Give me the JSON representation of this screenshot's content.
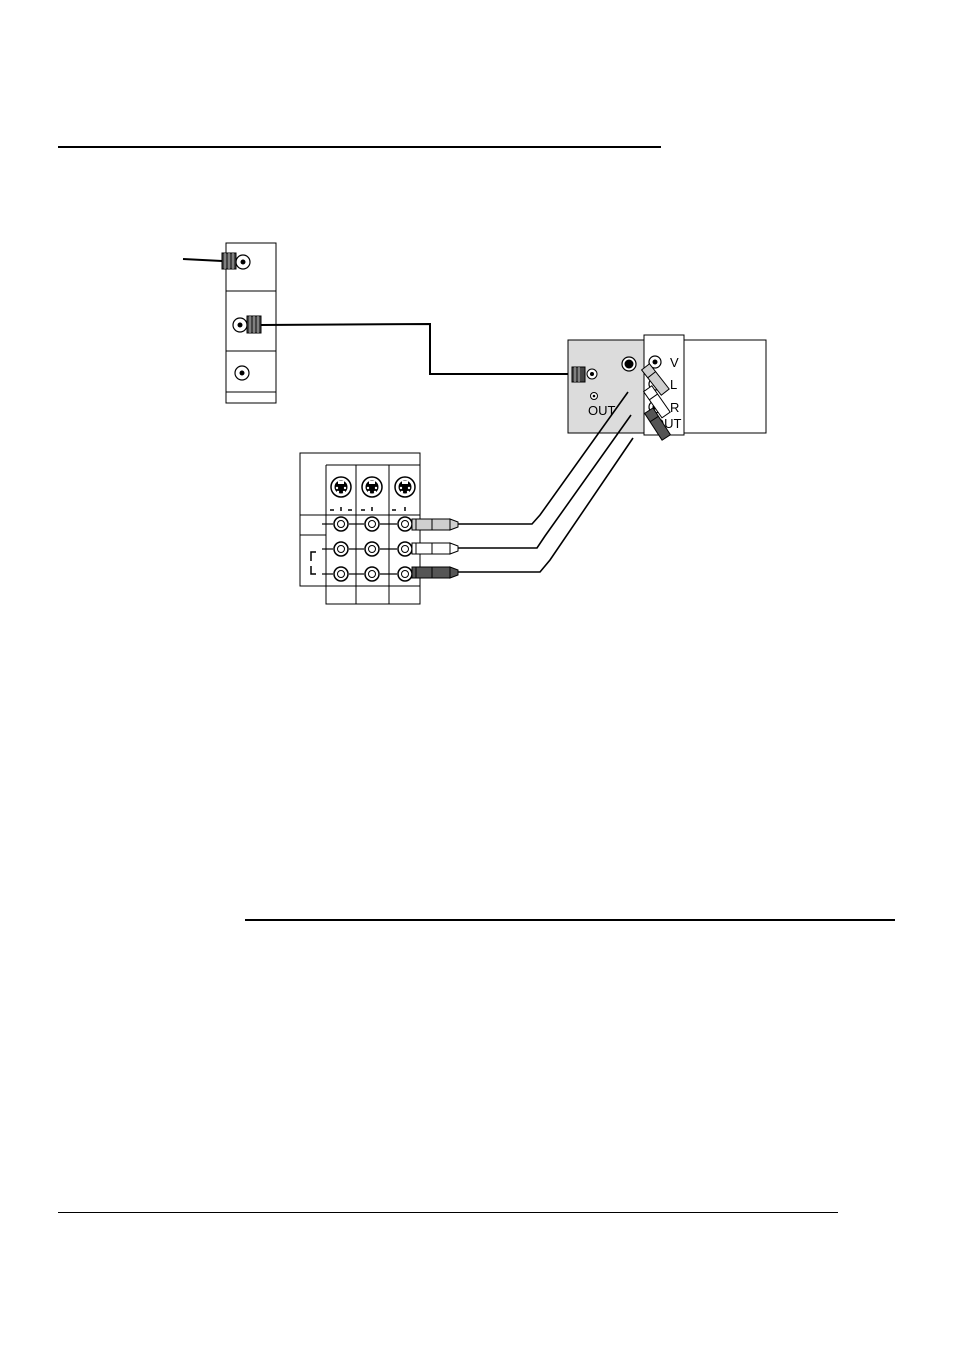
{
  "vcr_panel": {
    "jack_v": "V",
    "jack_l": "L",
    "jack_r": "R",
    "out_label_jacks": "OUT",
    "out_label_rf": "OUT"
  },
  "colors": {
    "ink": "#000000",
    "panel_fill": "#dcdcdc",
    "plug_light": "#cfcfcf",
    "plug_white": "#ffffff",
    "plug_dark": "#555555"
  }
}
